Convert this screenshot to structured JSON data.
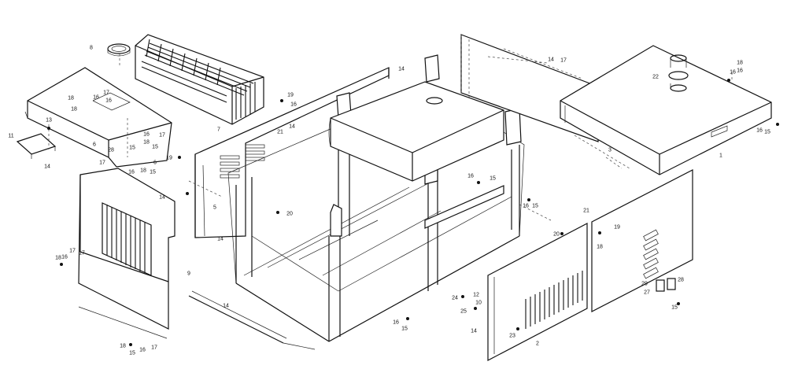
{
  "diagram": {
    "callouts": [
      {
        "id": "c8",
        "text": "8"
      },
      {
        "id": "c7",
        "text": "7"
      },
      {
        "id": "c14a",
        "text": "14"
      },
      {
        "id": "c17a",
        "text": "17"
      },
      {
        "id": "c18a",
        "text": "18"
      },
      {
        "id": "c16a",
        "text": "16"
      },
      {
        "id": "c22",
        "text": "22"
      },
      {
        "id": "c18b",
        "text": "18"
      },
      {
        "id": "c16b",
        "text": "16"
      },
      {
        "id": "c17b",
        "text": "17"
      },
      {
        "id": "c16c",
        "text": "16"
      },
      {
        "id": "c18c",
        "text": "18"
      },
      {
        "id": "c13",
        "text": "13"
      },
      {
        "id": "c11",
        "text": "11"
      },
      {
        "id": "c6a",
        "text": "6"
      },
      {
        "id": "c14b",
        "text": "14"
      },
      {
        "id": "c28a",
        "text": "28"
      },
      {
        "id": "c17c",
        "text": "17"
      },
      {
        "id": "c15a",
        "text": "15"
      },
      {
        "id": "c16d",
        "text": "16"
      },
      {
        "id": "c17d",
        "text": "17"
      },
      {
        "id": "c18d",
        "text": "18"
      },
      {
        "id": "c15b",
        "text": "15"
      },
      {
        "id": "c6b",
        "text": "6"
      },
      {
        "id": "c16e",
        "text": "16"
      },
      {
        "id": "c18e",
        "text": "18"
      },
      {
        "id": "c15c",
        "text": "15"
      },
      {
        "id": "c19a",
        "text": "19"
      },
      {
        "id": "c16f",
        "text": "16"
      },
      {
        "id": "c19b",
        "text": "19"
      },
      {
        "id": "c14c",
        "text": "14"
      },
      {
        "id": "c21a",
        "text": "21"
      },
      {
        "id": "c14d",
        "text": "14"
      },
      {
        "id": "c14e",
        "text": "14"
      },
      {
        "id": "c17e",
        "text": "17"
      },
      {
        "id": "c18f",
        "text": "18"
      },
      {
        "id": "c16g",
        "text": "16"
      },
      {
        "id": "c16h",
        "text": "16"
      },
      {
        "id": "c15d",
        "text": "15"
      },
      {
        "id": "c1",
        "text": "1"
      },
      {
        "id": "c3",
        "text": "3"
      },
      {
        "id": "c5",
        "text": "5"
      },
      {
        "id": "c20a",
        "text": "20"
      },
      {
        "id": "c14f",
        "text": "14"
      },
      {
        "id": "c16i",
        "text": "16"
      },
      {
        "id": "c15e",
        "text": "15"
      },
      {
        "id": "c16j",
        "text": "16"
      },
      {
        "id": "c15f",
        "text": "15"
      },
      {
        "id": "c21b",
        "text": "21"
      },
      {
        "id": "c20b",
        "text": "20"
      },
      {
        "id": "c19c",
        "text": "19"
      },
      {
        "id": "c18g",
        "text": "18"
      },
      {
        "id": "c18h",
        "text": "18"
      },
      {
        "id": "c16k",
        "text": "16"
      },
      {
        "id": "c17f",
        "text": "17"
      },
      {
        "id": "c9",
        "text": "9"
      },
      {
        "id": "c14g",
        "text": "14"
      },
      {
        "id": "c24",
        "text": "24"
      },
      {
        "id": "c12",
        "text": "12"
      },
      {
        "id": "c25",
        "text": "25"
      },
      {
        "id": "c10",
        "text": "10"
      },
      {
        "id": "c16l",
        "text": "16"
      },
      {
        "id": "c15g",
        "text": "15"
      },
      {
        "id": "c14h",
        "text": "14"
      },
      {
        "id": "c23",
        "text": "23"
      },
      {
        "id": "c2",
        "text": "2"
      },
      {
        "id": "c29",
        "text": "29"
      },
      {
        "id": "c27",
        "text": "27"
      },
      {
        "id": "c28b",
        "text": "28"
      },
      {
        "id": "c15h",
        "text": "15"
      },
      {
        "id": "c15i",
        "text": "15"
      },
      {
        "id": "c16m",
        "text": "16"
      },
      {
        "id": "c17g",
        "text": "17"
      }
    ]
  }
}
